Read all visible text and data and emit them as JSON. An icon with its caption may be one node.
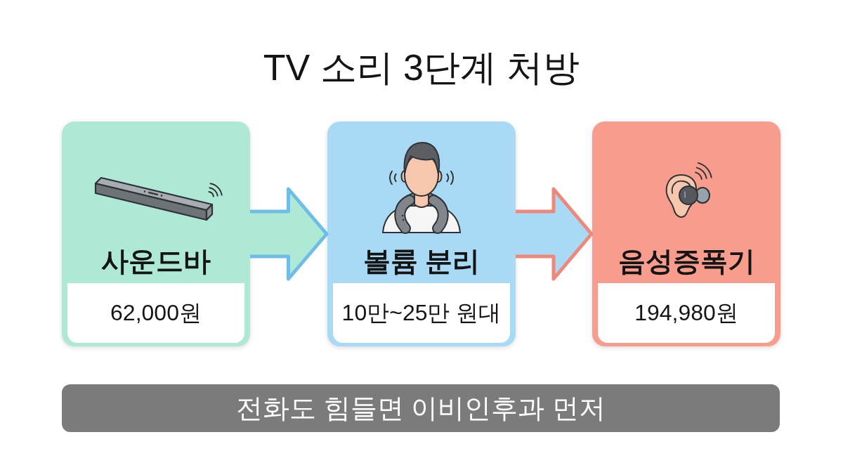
{
  "diagram": {
    "title": "TV 소리 3단계 처방",
    "nodes": [
      {
        "text": [
          "사운드바"
        ]
      },
      {
        "text": [
          "62,000원"
        ],
        "in": 0
      },
      {
        "text": [
          "볼륨 분리"
        ]
      },
      {
        "text": [
          "10만~25만 원대"
        ],
        "in": 2
      },
      {
        "text": [
          "음성증폭기"
        ]
      },
      {
        "text": [
          "194,980원"
        ],
        "in": 4
      },
      {
        "text": [
          "전화도 힘들면 이비인후과 먼저"
        ]
      }
    ],
    "edges": [
      {
        "from": 0,
        "to": 2,
        "arrow": "to",
        "color": "#6fbde6"
      },
      {
        "from": 2,
        "to": 4,
        "arrow": "to",
        "color": "#f0877b"
      }
    ]
  }
}
